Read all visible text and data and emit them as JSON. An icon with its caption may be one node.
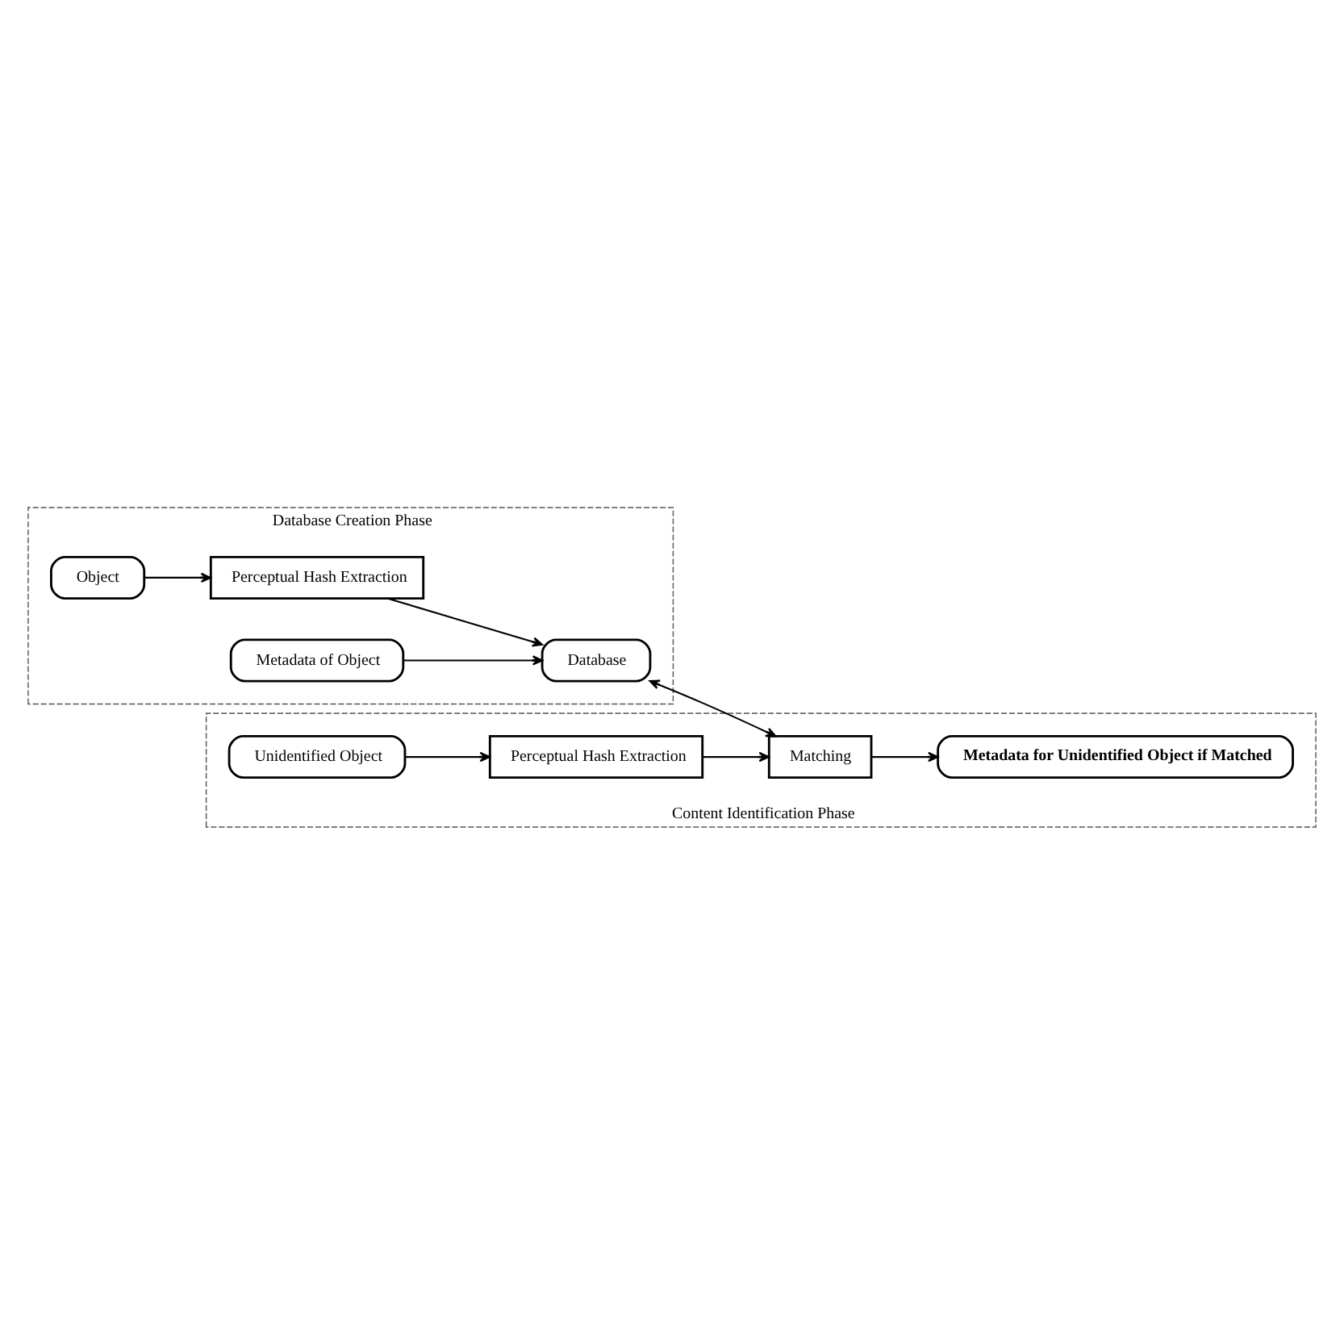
{
  "diagram": {
    "nodes": [
      {
        "text": [
          "Database Creation Phase"
        ]
      },
      {
        "text": [
          "Object"
        ],
        "in": 0
      },
      {
        "text": [
          "Perceptual Hash Extraction"
        ],
        "in": 0
      },
      {
        "text": [
          "Metadata of Object"
        ],
        "in": 0
      },
      {
        "text": [
          "Database"
        ],
        "in": 0
      },
      {
        "text": [
          "Content Identification Phase"
        ]
      },
      {
        "text": [
          "Unidentified Object"
        ],
        "in": 5
      },
      {
        "text": [
          "Perceptual Hash Extraction"
        ],
        "in": 5
      },
      {
        "text": [
          "Matching"
        ],
        "in": 5
      },
      {
        "text": [
          "Metadata for Unidentified Object if Matched"
        ],
        "in": 5
      }
    ],
    "edges": [
      {
        "from": 1,
        "to": 2,
        "arrow": "to"
      },
      {
        "from": 2,
        "to": 4,
        "arrow": "to"
      },
      {
        "from": 3,
        "to": 4,
        "arrow": "to"
      },
      {
        "from": 4,
        "to": 8,
        "arrow": "both"
      },
      {
        "from": 6,
        "to": 7,
        "arrow": "to"
      },
      {
        "from": 7,
        "to": 8,
        "arrow": "to"
      },
      {
        "from": 8,
        "to": 9,
        "arrow": "to"
      }
    ]
  }
}
